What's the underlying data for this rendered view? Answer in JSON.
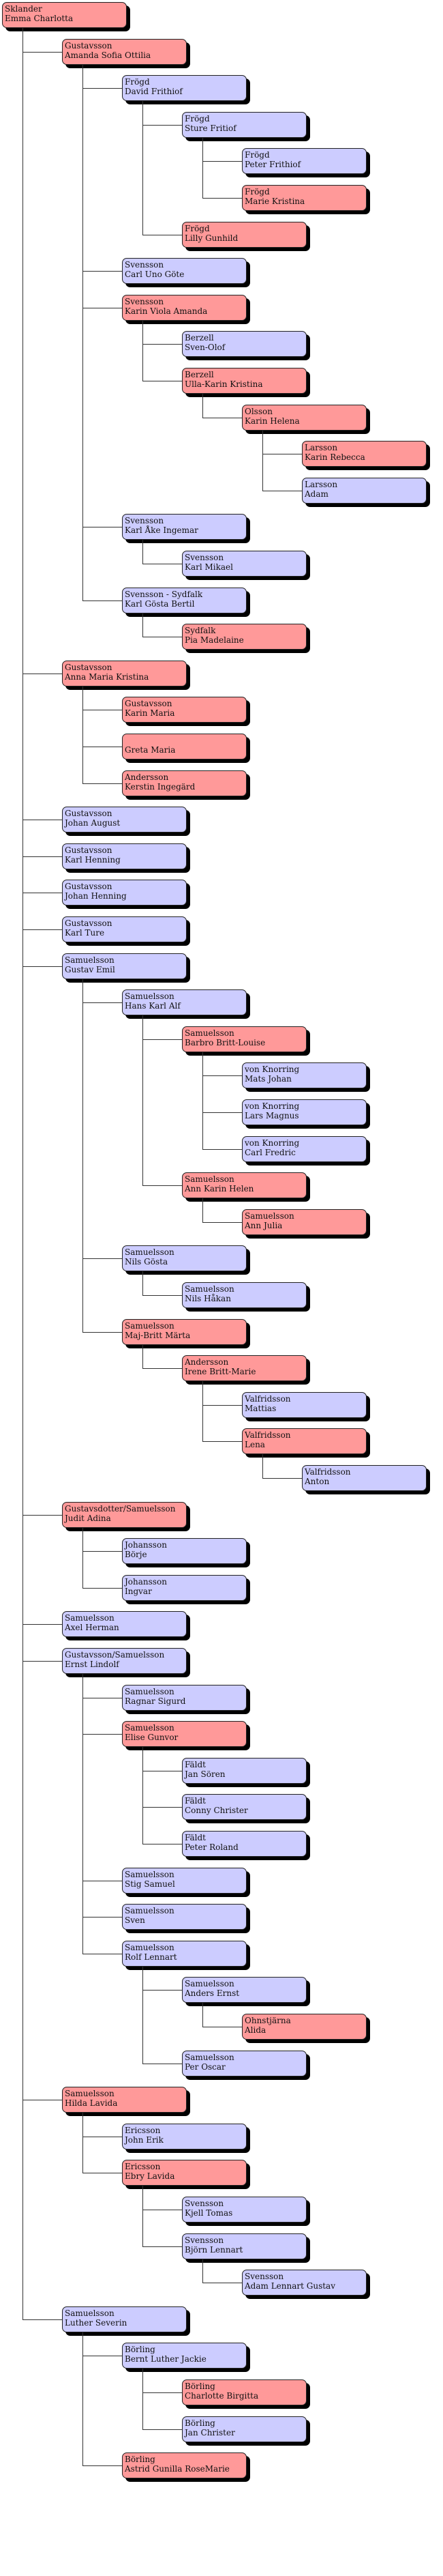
{
  "colors": {
    "male": "#ccccff",
    "female": "#ff9999",
    "line": "#333333"
  },
  "root": {
    "surname": "Sklander",
    "given": "Emma Charlotta",
    "sex": "f",
    "children": [
      {
        "surname": "Gustavsson",
        "given": "Amanda Sofia Ottilia",
        "sex": "f",
        "children": [
          {
            "surname": "Frögd",
            "given": "David Frithiof",
            "sex": "m",
            "children": [
              {
                "surname": "Frögd",
                "given": "Sture Fritiof",
                "sex": "m",
                "children": [
                  {
                    "surname": "Frögd",
                    "given": "Peter Frithiof",
                    "sex": "m"
                  },
                  {
                    "surname": "Frögd",
                    "given": "Marie Kristina",
                    "sex": "f"
                  }
                ]
              },
              {
                "surname": "Frögd",
                "given": "Lilly Gunhild",
                "sex": "f"
              }
            ]
          },
          {
            "surname": "Svensson",
            "given": "Carl Uno Göte",
            "sex": "m"
          },
          {
            "surname": "Svensson",
            "given": "Karin Viola Amanda",
            "sex": "f",
            "children": [
              {
                "surname": "Berzell",
                "given": "Sven-Olof",
                "sex": "m"
              },
              {
                "surname": "Berzell",
                "given": "Ulla-Karin Kristina",
                "sex": "f",
                "children": [
                  {
                    "surname": "Olsson",
                    "given": "Karin Helena",
                    "sex": "f",
                    "children": [
                      {
                        "surname": "Larsson",
                        "given": "Karin Rebecca",
                        "sex": "f"
                      },
                      {
                        "surname": "Larsson",
                        "given": "Adam",
                        "sex": "m"
                      }
                    ]
                  }
                ]
              }
            ]
          },
          {
            "surname": "Svensson",
            "given": "Karl Åke Ingemar",
            "sex": "m",
            "children": [
              {
                "surname": "Svensson",
                "given": "Karl Mikael",
                "sex": "m"
              }
            ]
          },
          {
            "surname": "Svensson - Sydfalk",
            "given": "Karl Gösta Bertil",
            "sex": "m",
            "children": [
              {
                "surname": "Sydfalk",
                "given": "Pia Madelaine",
                "sex": "f"
              }
            ]
          }
        ]
      },
      {
        "surname": "Gustavsson",
        "given": "Anna Maria Kristina",
        "sex": "f",
        "children": [
          {
            "surname": "Gustavsson",
            "given": "Karin Maria",
            "sex": "f"
          },
          {
            "surname": "",
            "given": "Greta Maria",
            "sex": "f"
          },
          {
            "surname": "Andersson",
            "given": "Kerstin Ingegärd",
            "sex": "f"
          }
        ]
      },
      {
        "surname": "Gustavsson",
        "given": "Johan August",
        "sex": "m"
      },
      {
        "surname": "Gustavsson",
        "given": "Karl Henning",
        "sex": "m"
      },
      {
        "surname": "Gustavsson",
        "given": "Johan Henning",
        "sex": "m"
      },
      {
        "surname": "Gustavsson",
        "given": "Karl Ture",
        "sex": "m"
      },
      {
        "surname": "Samuelsson",
        "given": "Gustav Emil",
        "sex": "m",
        "children": [
          {
            "surname": "Samuelsson",
            "given": "Hans Karl Alf",
            "sex": "m",
            "children": [
              {
                "surname": "Samuelsson",
                "given": "Barbro Britt-Louise",
                "sex": "f",
                "children": [
                  {
                    "surname": "von Knorring",
                    "given": "Mats Johan",
                    "sex": "m"
                  },
                  {
                    "surname": "von Knorring",
                    "given": "Lars Magnus",
                    "sex": "m"
                  },
                  {
                    "surname": "von Knorring",
                    "given": "Carl Fredric",
                    "sex": "m"
                  }
                ]
              },
              {
                "surname": "Samuelsson",
                "given": "Ann Karin Helen",
                "sex": "f",
                "children": [
                  {
                    "surname": "Samuelsson",
                    "given": "Ann Julia",
                    "sex": "f"
                  }
                ]
              }
            ]
          },
          {
            "surname": "Samuelsson",
            "given": "Nils Gösta",
            "sex": "m",
            "children": [
              {
                "surname": "Samuelsson",
                "given": "Nils Håkan",
                "sex": "m"
              }
            ]
          },
          {
            "surname": "Samuelsson",
            "given": "Maj-Britt Märta",
            "sex": "f",
            "children": [
              {
                "surname": "Andersson",
                "given": "Irene Britt-Marie",
                "sex": "f",
                "children": [
                  {
                    "surname": "Valfridsson",
                    "given": "Mattias",
                    "sex": "m"
                  },
                  {
                    "surname": "Valfridsson",
                    "given": "Lena",
                    "sex": "f",
                    "children": [
                      {
                        "surname": "Valfridsson",
                        "given": "Anton",
                        "sex": "m"
                      }
                    ]
                  }
                ]
              }
            ]
          }
        ]
      },
      {
        "surname": "Gustavsdotter/Samuelsson",
        "given": "Judit Adina",
        "sex": "f",
        "children": [
          {
            "surname": "Johansson",
            "given": "Börje",
            "sex": "m"
          },
          {
            "surname": "Johansson",
            "given": "Ingvar",
            "sex": "m"
          }
        ]
      },
      {
        "surname": "Samuelsson",
        "given": "Axel Herman",
        "sex": "m"
      },
      {
        "surname": "Gustavsson/Samuelsson",
        "given": "Ernst Lindolf",
        "sex": "m",
        "children": [
          {
            "surname": "Samuelsson",
            "given": "Ragnar Sigurd",
            "sex": "m"
          },
          {
            "surname": "Samuelsson",
            "given": "Elise Gunvor",
            "sex": "f",
            "children": [
              {
                "surname": "Fäldt",
                "given": "Jan Sören",
                "sex": "m"
              },
              {
                "surname": "Fäldt",
                "given": "Conny Christer",
                "sex": "m"
              },
              {
                "surname": "Fäldt",
                "given": "Peter Roland",
                "sex": "m"
              }
            ]
          },
          {
            "surname": "Samuelsson",
            "given": "Stig Samuel",
            "sex": "m"
          },
          {
            "surname": "Samuelsson",
            "given": "Sven",
            "sex": "m"
          },
          {
            "surname": "Samuelsson",
            "given": "Rolf Lennart",
            "sex": "m",
            "children": [
              {
                "surname": "Samuelsson",
                "given": "Anders Ernst",
                "sex": "m",
                "children": [
                  {
                    "surname": "Ohnstjärna",
                    "given": "Alida",
                    "sex": "f"
                  }
                ]
              },
              {
                "surname": "Samuelsson",
                "given": "Per Oscar",
                "sex": "m"
              }
            ]
          }
        ]
      },
      {
        "surname": "Samuelsson",
        "given": "Hilda Lavida",
        "sex": "f",
        "children": [
          {
            "surname": "Ericsson",
            "given": "John Erik",
            "sex": "m"
          },
          {
            "surname": "Ericsson",
            "given": "Ebry Lavida",
            "sex": "f",
            "children": [
              {
                "surname": "Svensson",
                "given": "Kjell Tomas",
                "sex": "m"
              },
              {
                "surname": "Svensson",
                "given": "Björn Lennart",
                "sex": "m",
                "children": [
                  {
                    "surname": "Svensson",
                    "given": "Adam Lennart Gustav",
                    "sex": "m"
                  }
                ]
              }
            ]
          }
        ]
      },
      {
        "surname": "Samuelsson",
        "given": "Luther Severin",
        "sex": "m",
        "children": [
          {
            "surname": "Börling",
            "given": "Bernt Luther Jackie",
            "sex": "m",
            "children": [
              {
                "surname": "Börling",
                "given": "Charlotte Birgitta",
                "sex": "f"
              },
              {
                "surname": "Börling",
                "given": "Jan Christer",
                "sex": "m"
              }
            ]
          },
          {
            "surname": "Börling",
            "given": "Astrid Gunilla RoseMarie",
            "sex": "f"
          }
        ]
      }
    ]
  }
}
